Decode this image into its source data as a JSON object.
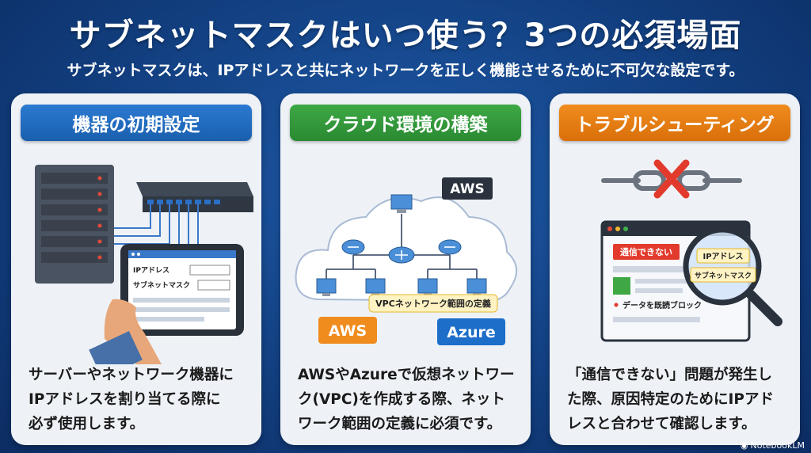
{
  "title": "サブネットマスクはいつ使う？3つの必須場面",
  "subtitle": "サブネットマスクは、IPアドレスと共にネットワークを正しく機能させるために不可欠な設定です。",
  "panels": [
    {
      "heading": "機器の初期設定",
      "color": "#1f68bf",
      "tablet": {
        "field1": "IPアドレス",
        "field2": "サブネットマスク"
      },
      "lines": [
        "サーバーやネットワーク機器に",
        "IPアドレスを割り当てる際に",
        "必ず使用します。"
      ]
    },
    {
      "heading": "クラウド環境の構築",
      "color": "#33993b",
      "cloud": {
        "badge_top": "AWS",
        "callout": "VPCネットワーク範囲の定義",
        "badge_left": "AWS",
        "badge_right": "Azure"
      },
      "lines": [
        "AWSやAzureで仮想ネットワー",
        "ク(VPC)を作成する際、ネット",
        "ワーク範囲の定義に必須です。"
      ]
    },
    {
      "heading": "トラブルシューティング",
      "color": "#e67e14",
      "screen": {
        "error": "通信できない",
        "tag1": "IPアドレス",
        "tag2": "サブネットマスク",
        "block_text": "データを既読ブロック"
      },
      "lines": [
        "「通信できない」問題が発生し",
        "た際、原因特定のためにIPアド",
        "レスと合わせて確認します。"
      ]
    }
  ],
  "brand": "NotebookLM"
}
